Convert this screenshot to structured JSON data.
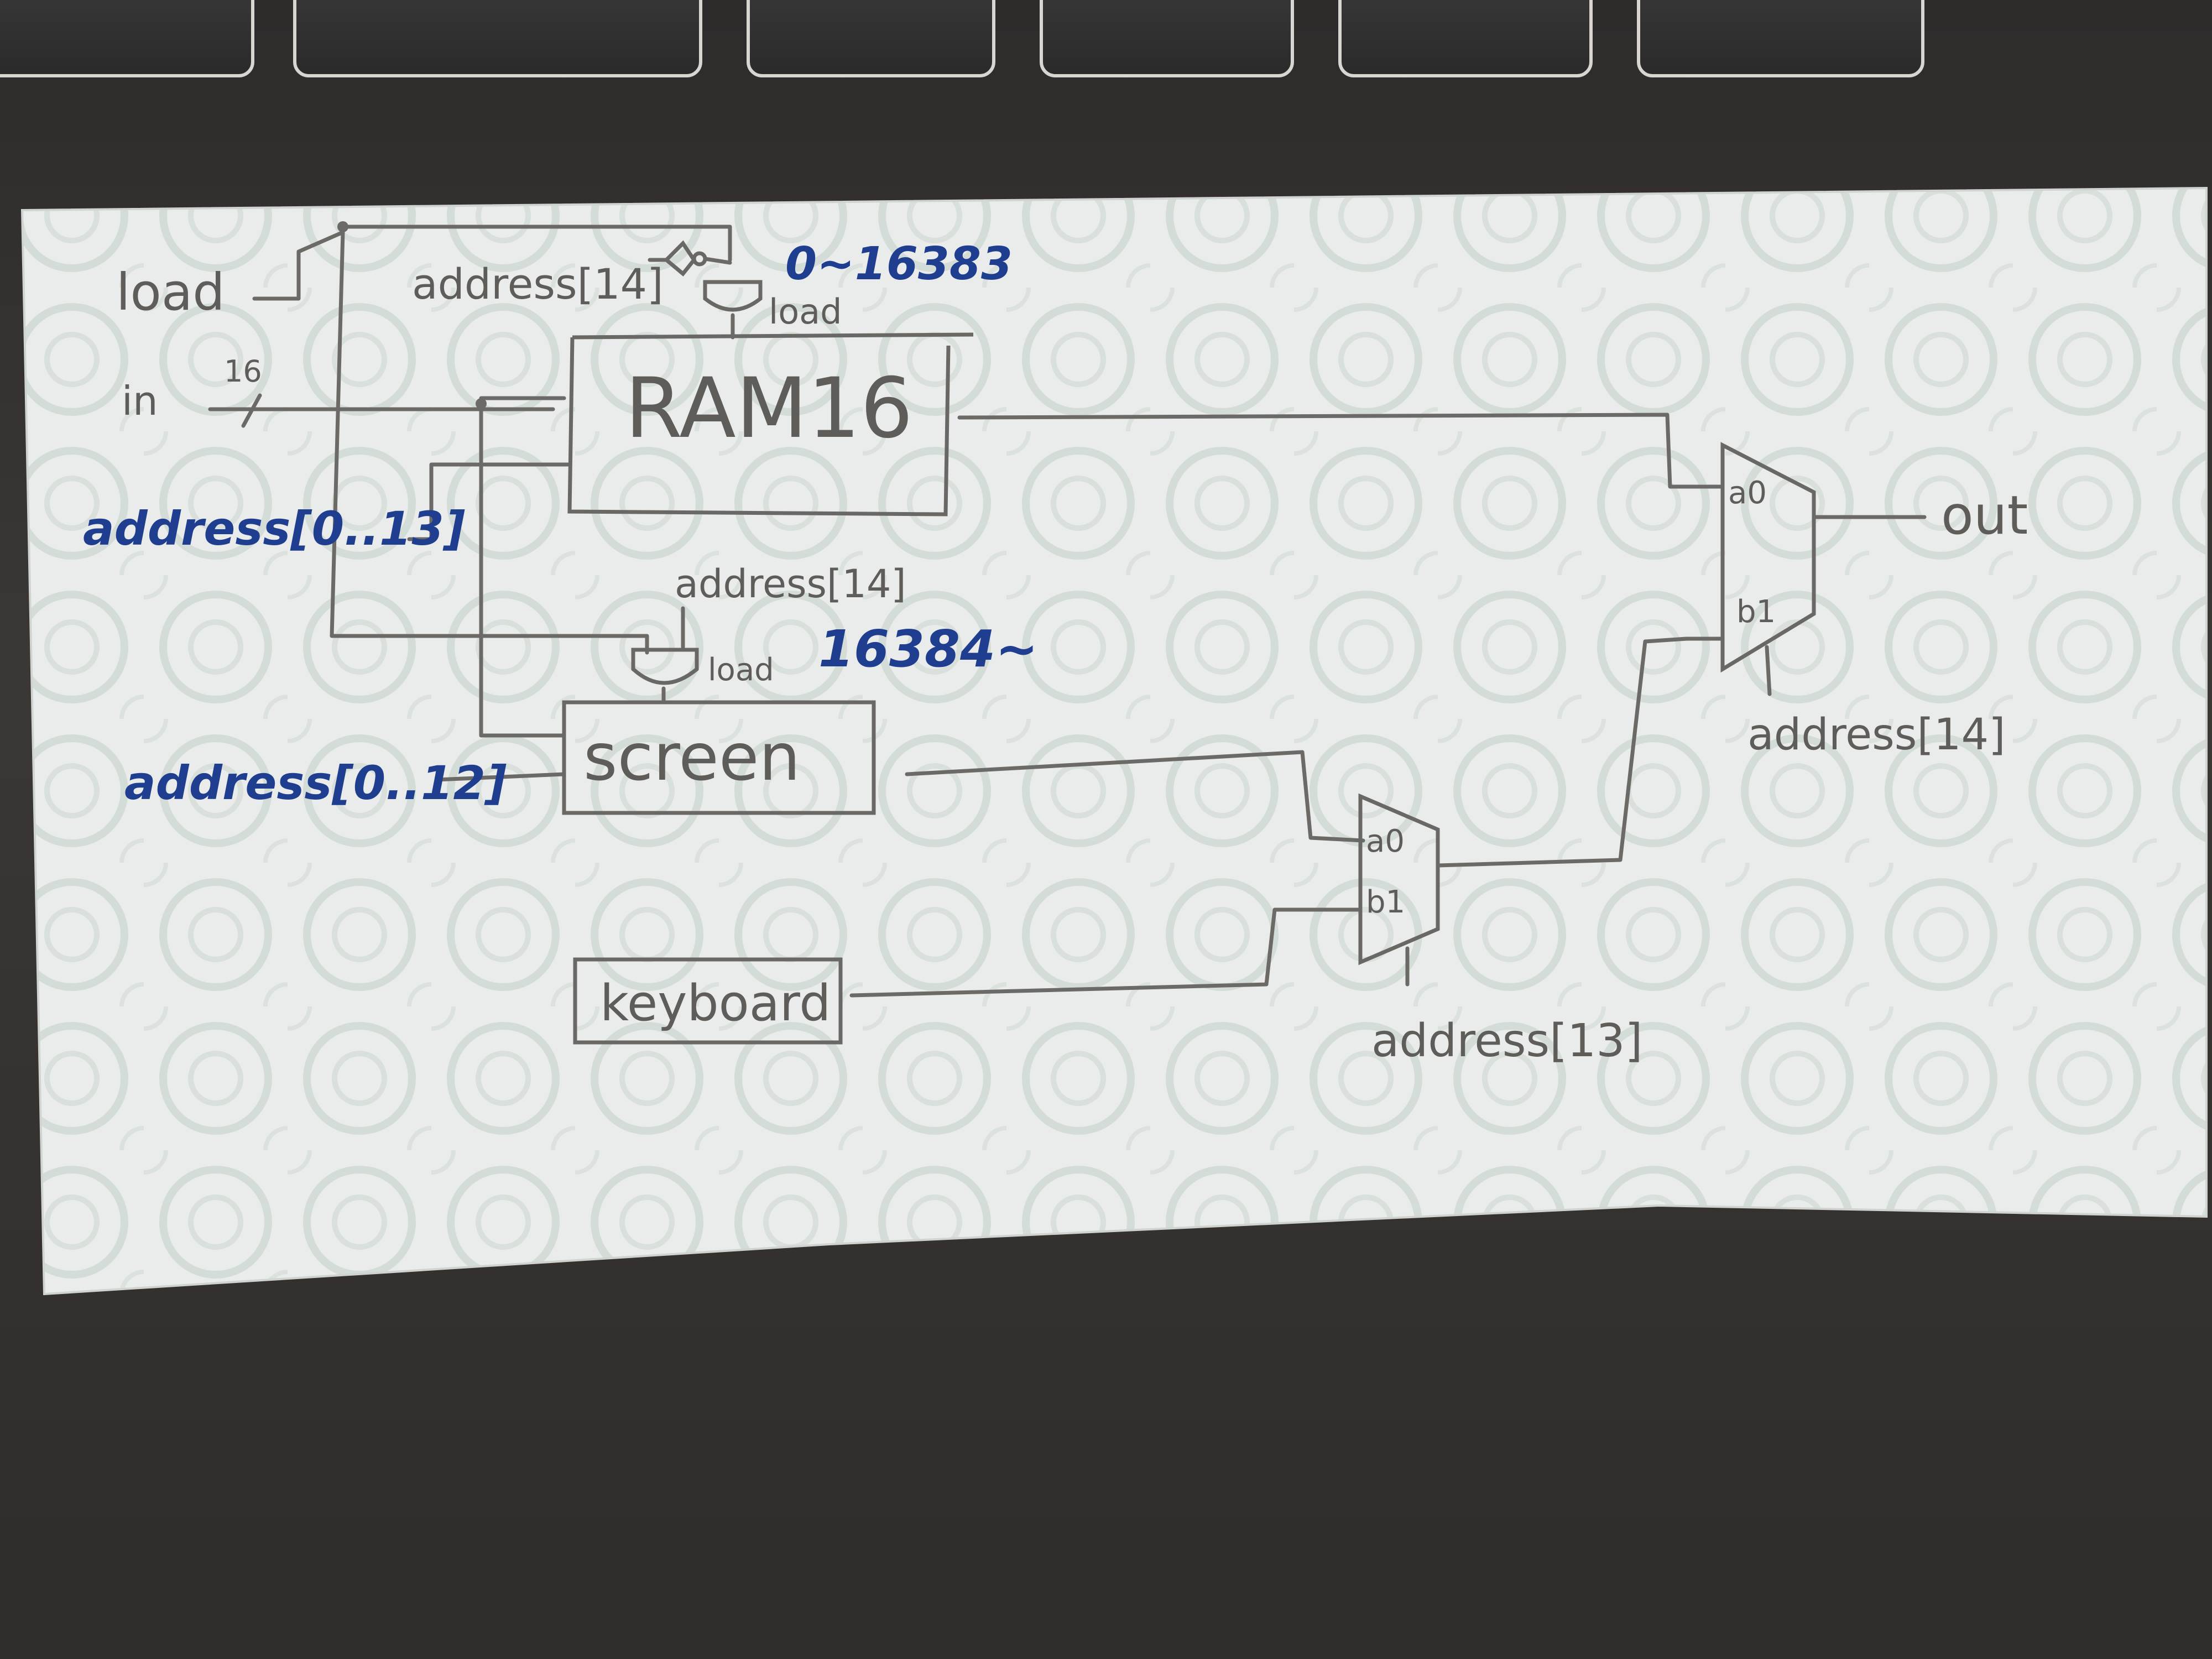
{
  "diagram": {
    "inputs": {
      "load": "load",
      "in": "in",
      "in_width": "16",
      "address_low14": "address[0..13]",
      "address_low13": "address[0..12]"
    },
    "ram": {
      "label": "RAM16",
      "select_label": "address[14]",
      "load_label": "load",
      "range_label": "0~16383"
    },
    "screen": {
      "label": "screen",
      "select_label": "address[14]",
      "load_label": "load",
      "range_label": "16384~"
    },
    "keyboard": {
      "label": "keyboard"
    },
    "mux_inner": {
      "a_label": "a0",
      "b_label": "b1",
      "sel_label": "address[13]"
    },
    "mux_outer": {
      "a_label": "a0",
      "b_label": "b1",
      "sel_label": "address[14]"
    },
    "output": {
      "label": "out"
    }
  },
  "colors": {
    "paper": "#e9ecea",
    "pencil": "#6c6a66",
    "ink": "#1f3e8f",
    "desk": "#2e2c2b"
  }
}
